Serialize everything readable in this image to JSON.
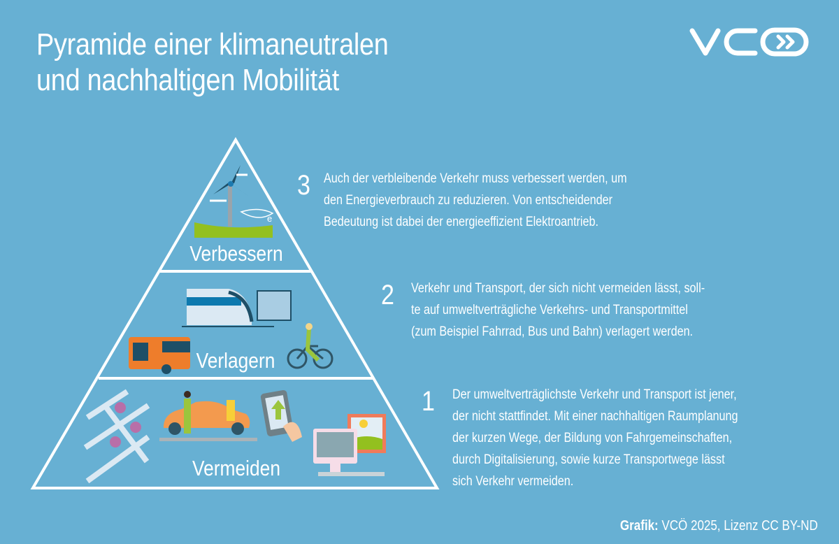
{
  "title": {
    "line1": "Pyramide einer klimaneutralen",
    "line2": "und nachhaltigen Mobilität"
  },
  "logo": {
    "text": "VCÖ"
  },
  "colors": {
    "background": "#67b0d3",
    "grass": "#93c01f",
    "bus": "#ee7d2b",
    "car": "#f39a4e",
    "train": "#dbe9f3",
    "pin": "#b86fa8"
  },
  "levels": [
    {
      "number": "3",
      "label": "Verbessern",
      "lines": [
        "Auch der verbleibende Verkehr muss verbessert werden, um",
        "den Energieverbrauch zu reduzieren. Von entscheidender",
        "Bedeutung ist dabei der energieeffizient Elektroantrieb."
      ]
    },
    {
      "number": "2",
      "label": "Verlagern",
      "lines": [
        "Verkehr und Transport, der sich nicht vermeiden lässt, soll-",
        "te auf umweltverträgliche Verkehrs- und Transportmittel",
        "(zum Beispiel Fahrrad, Bus und Bahn) verlagert werden."
      ]
    },
    {
      "number": "1",
      "label": "Vermeiden",
      "lines": [
        "Der umweltverträglichste Verkehr und Transport ist jener,",
        "der nicht stattfindet. Mit einer nachhaltigen Raumplanung",
        "der kurzen Wege, der Bildung von Fahrgemeinschaften,",
        "durch Digitalisierung, sowie kurze Transportwege lässt",
        "sich Verkehr vermeiden."
      ]
    }
  ],
  "footer": {
    "bold": "Grafik:",
    "rest": " VCÖ 2025, Lizenz CC BY-ND"
  }
}
